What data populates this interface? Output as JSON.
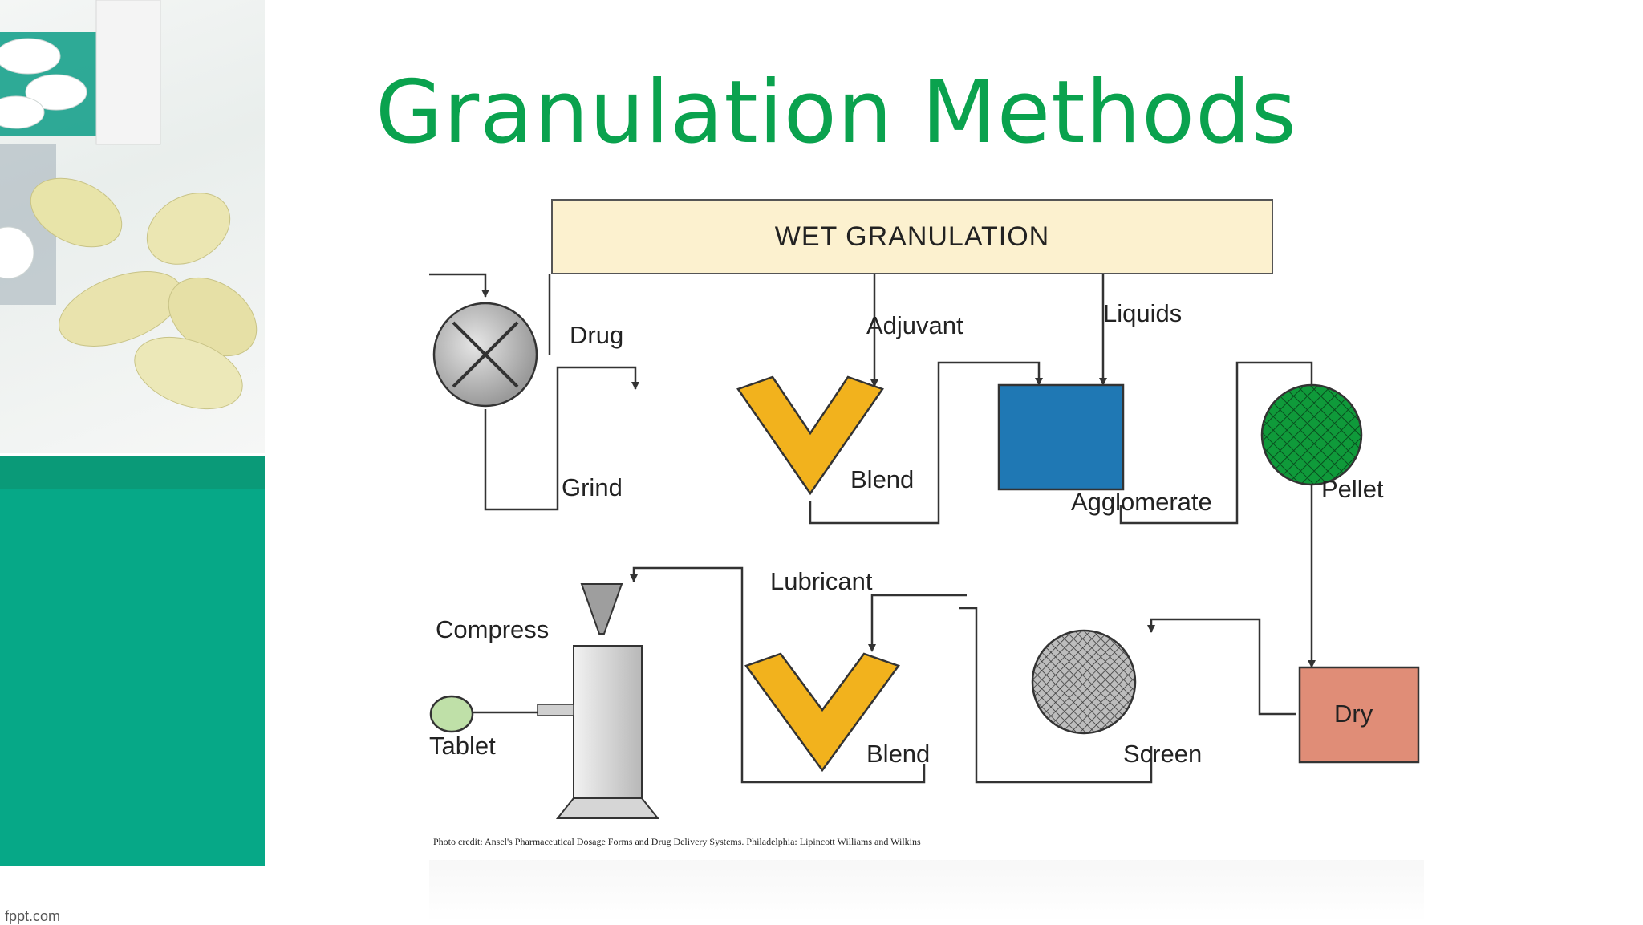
{
  "slide": {
    "title": "Granulation Methods",
    "footer_brand": "fppt.com"
  },
  "diagram": {
    "header": "WET GRANULATION",
    "labels": {
      "drug": "Drug",
      "grind": "Grind",
      "adjuvant": "Adjuvant",
      "blend_top": "Blend",
      "liquids": "Liquids",
      "agglomerate": "Agglomerate",
      "pellet": "Pellet",
      "lubricant": "Lubricant",
      "compress": "Compress",
      "tablet": "Tablet",
      "blend_bottom": "Blend",
      "screen": "Screen",
      "dry": "Dry"
    },
    "credit": "Photo credit: Ansel's Pharmaceutical Dosage Forms and Drug Delivery Systems. Philadelphia: Lipincott Williams and Wilkins"
  },
  "colors": {
    "title": "#0aa24e",
    "teal": "#06a887",
    "blender": "#f2b21d",
    "agglomerator": "#1f78b4",
    "pellet": "#0f9a3a",
    "dryer": "#e08d77",
    "header_fill": "#fcf1cf"
  }
}
